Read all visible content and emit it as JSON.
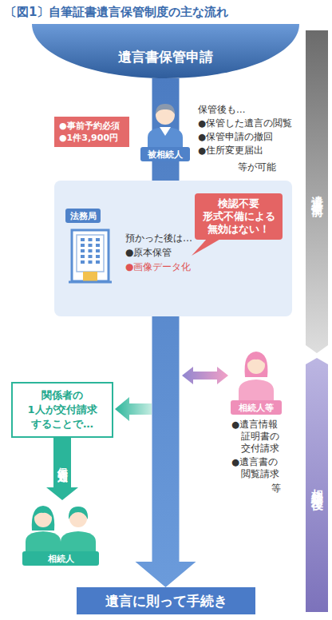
{
  "diagram": {
    "title": "〔図1〕自筆証書遺言保管制度の主な流れ",
    "nodes": [
      {
        "text": [
          "遺言書保管申請"
        ]
      },
      {
        "text": [
          "被相続人"
        ]
      },
      {
        "text": [
          "●事前予約必須",
          "●1件3,900円"
        ]
      },
      {
        "text": [
          "法務局",
          "預かった後は…",
          "●原本保管",
          "●画像データ化"
        ]
      },
      {
        "text": [
          "検認不要 形式不備による 無効はない！"
        ],
        "in": 3
      },
      {
        "text": [
          "相続人等"
        ]
      },
      {
        "text": [
          "関係者の 1人が交付請求 することで…"
        ]
      },
      {
        "text": [
          "相続人"
        ]
      },
      {
        "text": [
          "遺言に則って手続き"
        ]
      },
      {
        "text": [
          "遺言者生前"
        ]
      },
      {
        "text": [
          "相続発生後"
        ]
      }
    ],
    "edges": [
      {
        "from": 0,
        "to": 8,
        "arrow": "to"
      },
      {
        "from": 6,
        "to": 7,
        "label": "保管通知",
        "arrow": "to"
      }
    ],
    "labels": [
      "保管後も…",
      "●保管した遺言の閲覧",
      "●保管申請の撤回",
      "●住所変更届出",
      "等が可能",
      "●遺言情報証明書の交付請求",
      "●遺言書の閲覧請求",
      "等"
    ]
  }
}
